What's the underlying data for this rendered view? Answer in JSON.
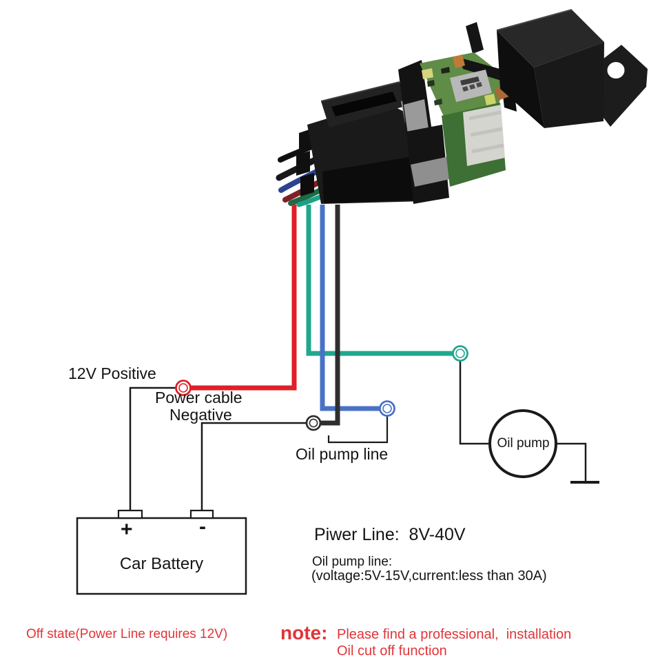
{
  "schematic": {
    "labels": {
      "positive_12v": "12V Positive",
      "power_cable": "Power cable",
      "negative": "Negative",
      "oil_pump_line": "Oil pump line",
      "oil_pump": "Oil pump",
      "car_battery": "Car Battery",
      "battery_plus": "+",
      "battery_minus": "-"
    },
    "specs": {
      "power_line": "Piwer Line:  8V-40V",
      "oil_pump_title": "Oil pump line:",
      "oil_pump_detail": "(voltage:5V-15V,current:less than 30A)"
    },
    "notes": {
      "off_state": "Off state(Power Line requires 12V)",
      "note_label": "note:",
      "line1": "Please find a professional,  installation",
      "line2": "Oil cut off function"
    },
    "wire_colors": {
      "positive_red": "#e01f26",
      "relay_green": "#21a78e",
      "oil_pump_blue": "#4a72c4",
      "negative_black": "#2e2e2e",
      "line_black": "#1a1a1a",
      "note_red": "#e13438"
    }
  },
  "device_photo": {
    "name": "gps-relay-tracker-product-photo"
  }
}
